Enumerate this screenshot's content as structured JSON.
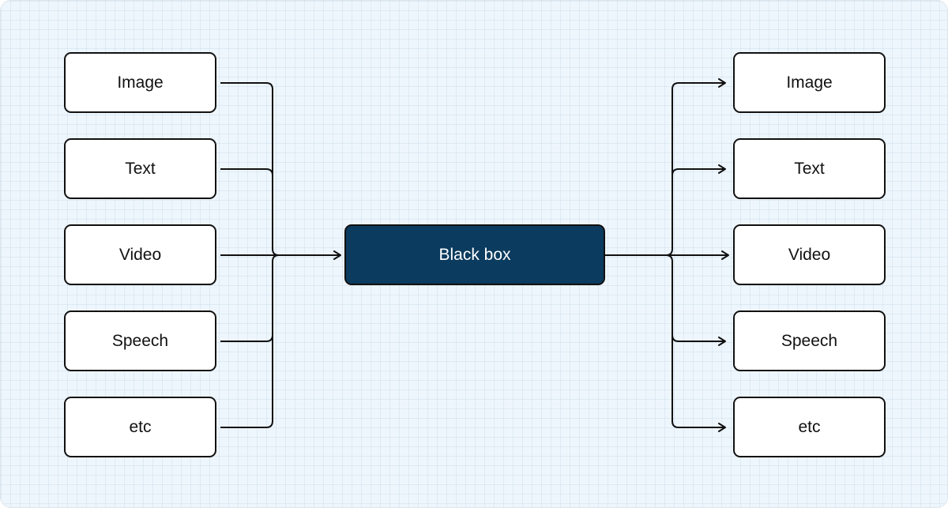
{
  "diagram": {
    "inputs": [
      {
        "label": "Image"
      },
      {
        "label": "Text"
      },
      {
        "label": "Video"
      },
      {
        "label": "Speech"
      },
      {
        "label": "etc"
      }
    ],
    "core": {
      "label": "Black box"
    },
    "outputs": [
      {
        "label": "Image"
      },
      {
        "label": "Text"
      },
      {
        "label": "Video"
      },
      {
        "label": "Speech"
      },
      {
        "label": "etc"
      }
    ]
  },
  "colors": {
    "background": "#eef6fd",
    "core_fill": "#0b3b5e",
    "stroke": "#111111",
    "node_fill": "#ffffff"
  }
}
